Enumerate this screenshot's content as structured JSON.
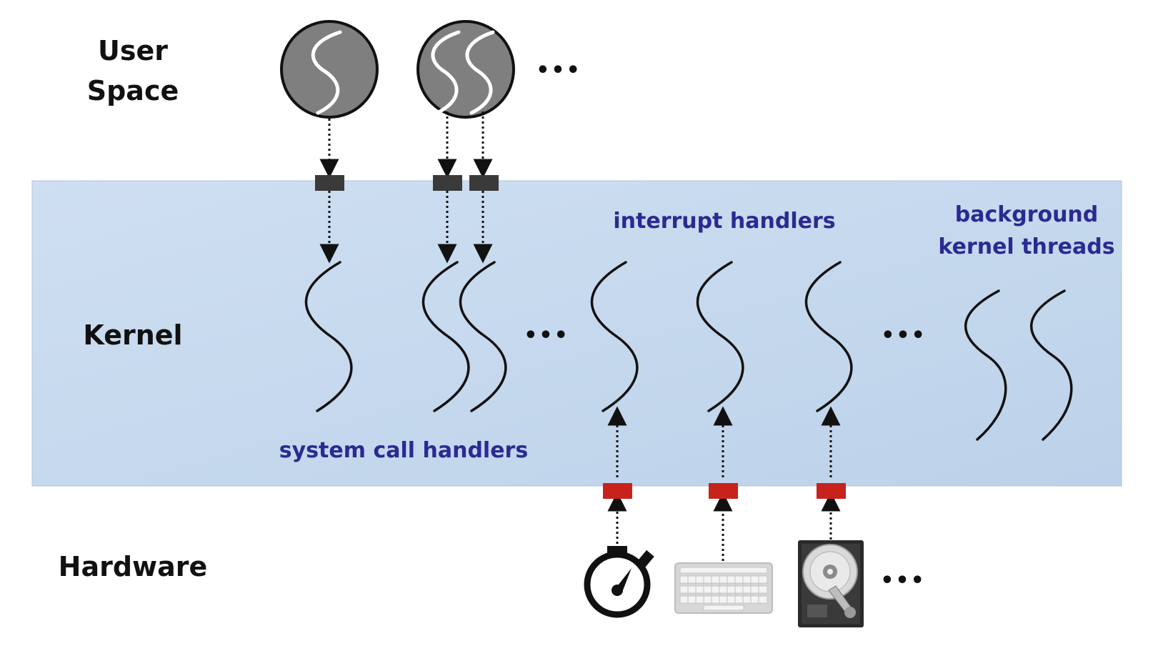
{
  "labels": {
    "user_space_line1": "User",
    "user_space_line2": "Space",
    "kernel": "Kernel",
    "hardware": "Hardware",
    "interrupt_handlers": "interrupt handlers",
    "system_call_handlers": "system call handlers",
    "background_line1": "background",
    "background_line2": "kernel threads"
  },
  "ellipsis": "•••",
  "colors": {
    "kernel_band": "#c5d8ee",
    "label_blue": "#2b2a91",
    "syscall_gate": "#3a3a3a",
    "interrupt_gate": "#c8221d",
    "process_circle": "#7f7f7f"
  },
  "icons": {
    "timer": "stopwatch-icon",
    "keyboard": "keyboard-icon",
    "disk": "hard-disk-icon"
  }
}
